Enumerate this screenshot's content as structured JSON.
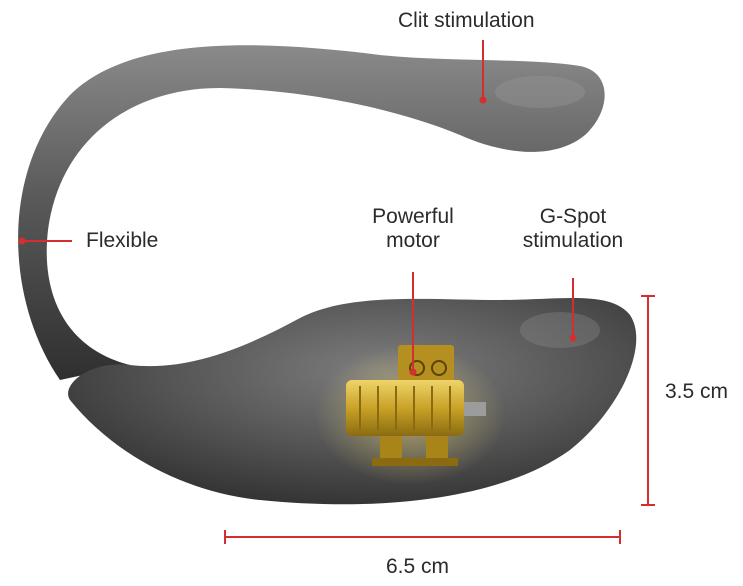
{
  "labels": {
    "clit": "Clit stimulation",
    "flexible": "Flexible",
    "motor_line1": "Powerful",
    "motor_line2": "motor",
    "gspot_line1": "G-Spot",
    "gspot_line2": "stimulation"
  },
  "dimensions": {
    "height": "3.5 cm",
    "width": "6.5 cm"
  },
  "colors": {
    "accent": "#d32f2f",
    "body": "#555555",
    "motor": "#c9a227",
    "text": "#2b2b2b"
  }
}
